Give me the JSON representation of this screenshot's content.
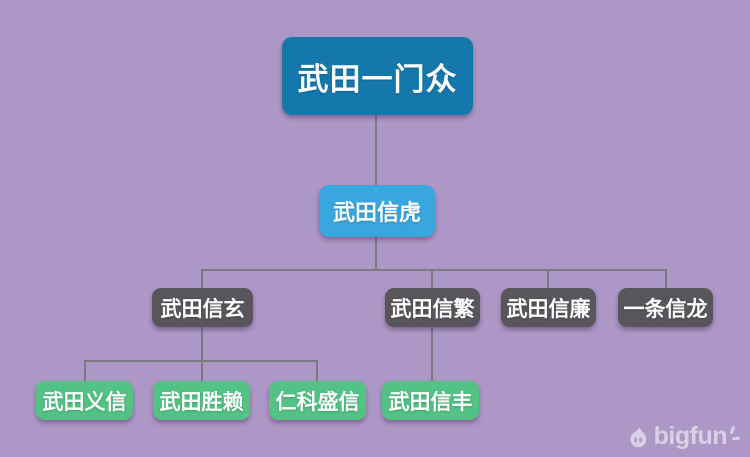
{
  "palette": {
    "background": "#ad97c6",
    "connector": "#7b7880",
    "root_box": "#1478ac",
    "gen2_box": "#3aa6de",
    "gen3_box": "#59565b",
    "gen4_box": "#52c285",
    "node_text": "#ffffff",
    "watermark_color": "rgba(255,255,255,0.55)"
  },
  "chart_data": {
    "type": "tree",
    "title": "武田一门众",
    "root": {
      "label": "武田一门众"
    },
    "gen2": {
      "label": "武田信虎",
      "parent": "武田一门众"
    },
    "gen3": [
      {
        "label": "武田信玄",
        "parent": "武田信虎"
      },
      {
        "label": "武田信繁",
        "parent": "武田信虎"
      },
      {
        "label": "武田信廉",
        "parent": "武田信虎"
      },
      {
        "label": "一条信龙",
        "parent": "武田信虎"
      }
    ],
    "gen4": [
      {
        "label": "武田义信",
        "parent": "武田信玄"
      },
      {
        "label": "武田胜赖",
        "parent": "武田信玄"
      },
      {
        "label": "仁科盛信",
        "parent": "武田信玄"
      },
      {
        "label": "武田信丰",
        "parent": "武田信繁"
      }
    ]
  },
  "watermark": {
    "brand": "bigfun",
    "icon": "flame-face-icon"
  }
}
